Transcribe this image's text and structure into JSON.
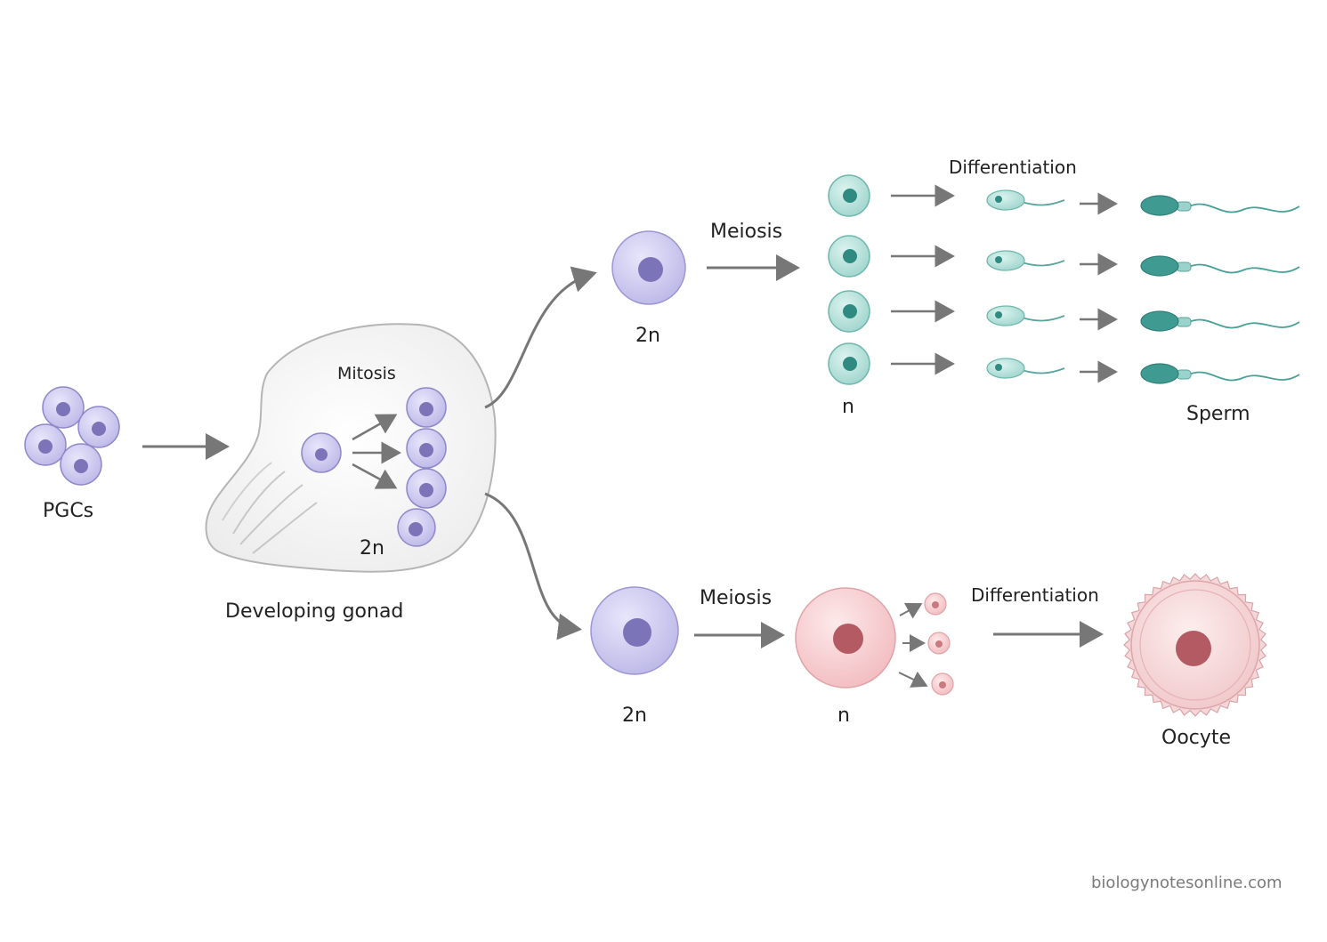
{
  "labels": {
    "pgcs": "PGCs",
    "mitosis": "Mitosis",
    "gonad_2n": "2n",
    "developing_gonad": "Developing gonad",
    "male_2n": "2n",
    "male_meiosis": "Meiosis",
    "male_n": "n",
    "male_differentiation": "Differentiation",
    "sperm": "Sperm",
    "female_meiosis": "Meiosis",
    "female_2n": "2n",
    "female_n": "n",
    "female_differentiation": "Differentiation",
    "oocyte": "Oocyte"
  },
  "watermark": "biologynotesonline.com",
  "colors": {
    "diploid_cell": "#c9c6ee",
    "diploid_nucleus": "#7b74b8",
    "spermatid": "#b5e0da",
    "spermatid_nucleus": "#2f8a82",
    "sperm_head": "#3f9a92",
    "female_haploid": "#f6cdcf",
    "female_nucleus": "#b35a63",
    "oocyte_outer": "#f3d2d3",
    "arrow": "#777777",
    "gonad_outline": "#b8b8b8"
  }
}
